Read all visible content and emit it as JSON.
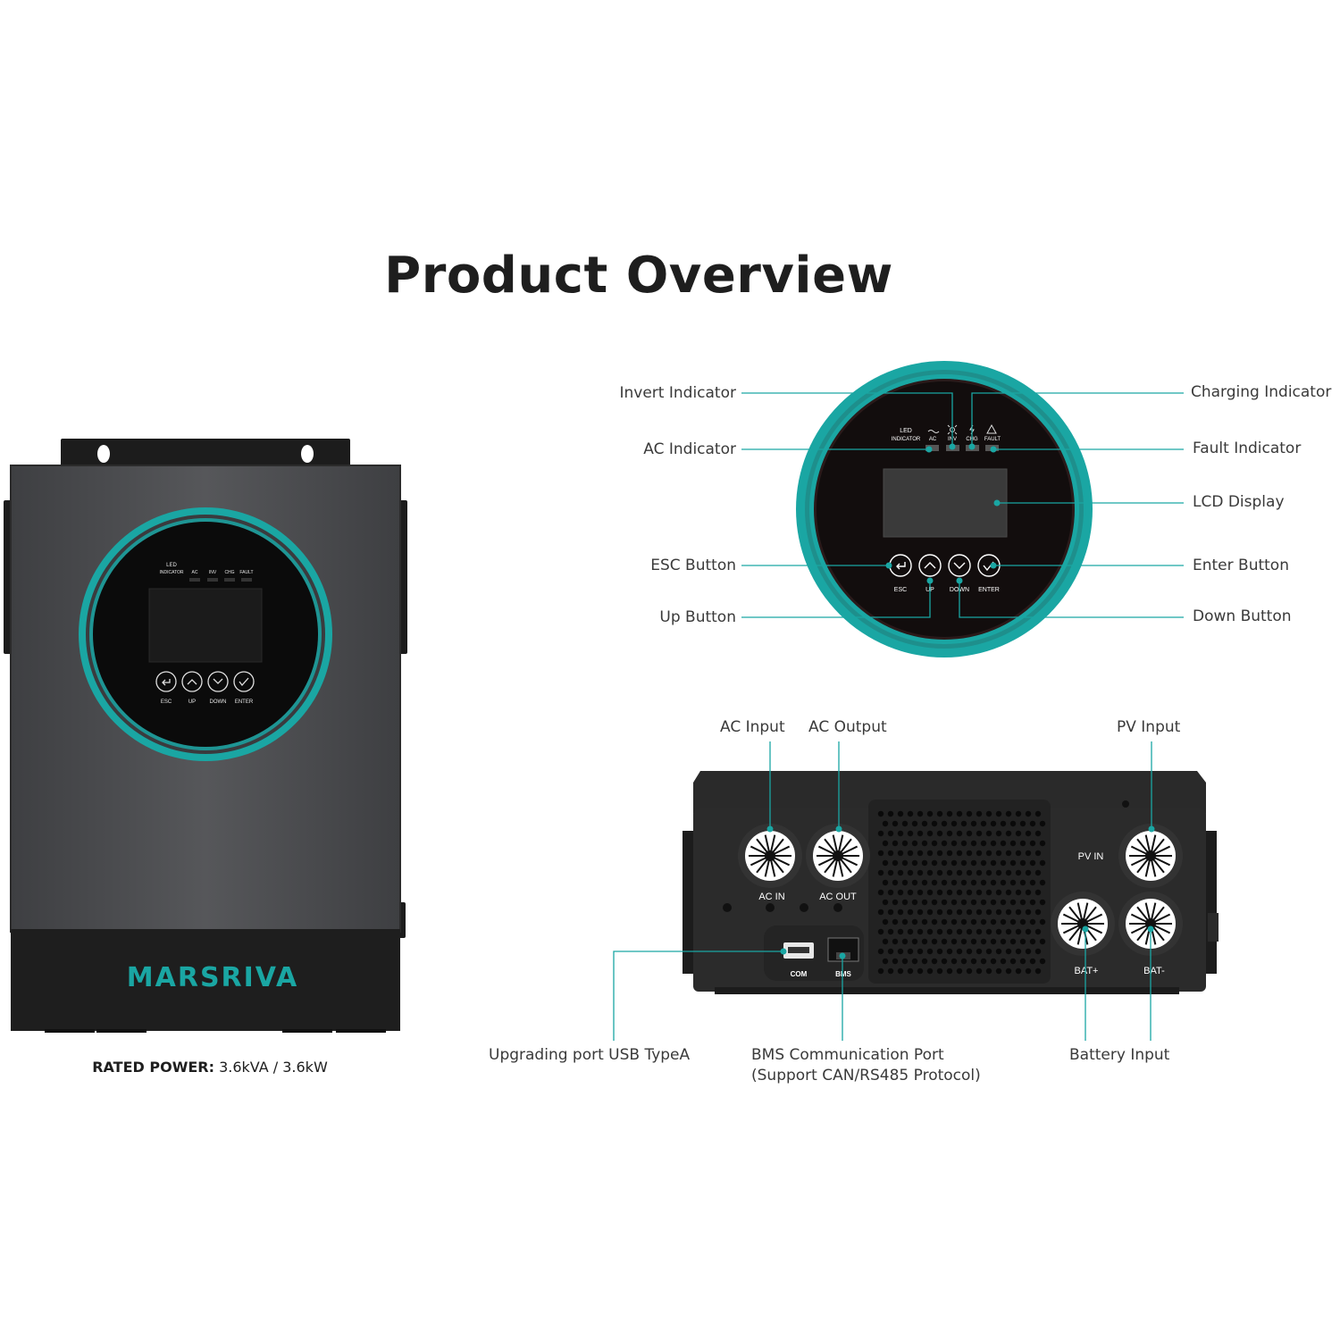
{
  "title": "Product Overview",
  "brand": "MARSRIVA",
  "rated_power": {
    "label": "RATED POWER:",
    "value": "3.6kVA / 3.6kW"
  },
  "panel": {
    "led_label_line1": "LED",
    "led_label_line2": "INDICATOR",
    "led_ac": "AC",
    "led_inv": "INV",
    "led_chg": "CHG",
    "led_fault": "FAULT",
    "btn_esc": "ESC",
    "btn_up": "UP",
    "btn_down": "DOWN",
    "btn_enter": "ENTER"
  },
  "callouts": {
    "invert_indicator": "Invert Indicator",
    "ac_indicator": "AC Indicator",
    "esc_button": "ESC Button",
    "up_button": "Up Button",
    "charging_indicator": "Charging Indicator",
    "fault_indicator": "Fault Indicator",
    "lcd_display": "LCD Display",
    "enter_button": "Enter Button",
    "down_button": "Down Button",
    "ac_input": "AC Input",
    "ac_output": "AC Output",
    "pv_input": "PV Input",
    "usb_port": "Upgrading port USB TypeA",
    "bms_port_line1": "BMS Communication Port",
    "bms_port_line2": "(Support CAN/RS485 Protocol)",
    "battery_input": "Battery Input"
  },
  "ports": {
    "ac_in": "AC IN",
    "ac_out": "AC OUT",
    "pv_in": "PV IN",
    "bat_plus": "BAT+",
    "bat_minus": "BAT-",
    "com": "COM",
    "bms": "BMS"
  },
  "colors": {
    "accent": "#1aa6a3",
    "body": "#4a4b4d",
    "dark": "#1c1c1c"
  }
}
